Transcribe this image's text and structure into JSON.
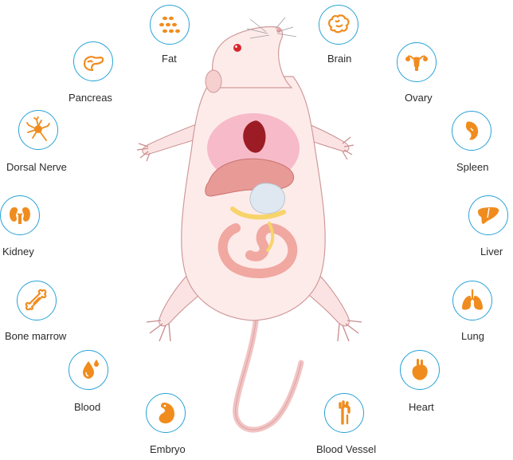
{
  "accent_color": "#f08c1e",
  "circle_color": "#29a3d6",
  "tissues": [
    {
      "id": "fat",
      "label": "Fat",
      "icon": "fat-droplets-icon"
    },
    {
      "id": "brain",
      "label": "Brain",
      "icon": "brain-icon"
    },
    {
      "id": "pancreas",
      "label": "Pancreas",
      "icon": "pancreas-icon"
    },
    {
      "id": "ovary",
      "label": "Ovary",
      "icon": "ovary-icon"
    },
    {
      "id": "dorsal-nerve",
      "label": "Dorsal Nerve",
      "icon": "neuron-icon"
    },
    {
      "id": "spleen",
      "label": "Spleen",
      "icon": "spleen-icon"
    },
    {
      "id": "kidney",
      "label": "Kidney",
      "icon": "kidney-icon"
    },
    {
      "id": "liver",
      "label": "Liver",
      "icon": "liver-icon"
    },
    {
      "id": "bone-marrow",
      "label": "Bone marrow",
      "icon": "bone-icon"
    },
    {
      "id": "lung",
      "label": "Lung",
      "icon": "lungs-icon"
    },
    {
      "id": "blood",
      "label": "Blood",
      "icon": "blood-drops-icon"
    },
    {
      "id": "heart",
      "label": "Heart",
      "icon": "heart-organ-icon"
    },
    {
      "id": "embryo",
      "label": "Embryo",
      "icon": "embryo-icon"
    },
    {
      "id": "blood-vessel",
      "label": "Blood Vessel",
      "icon": "blood-vessel-icon"
    }
  ]
}
